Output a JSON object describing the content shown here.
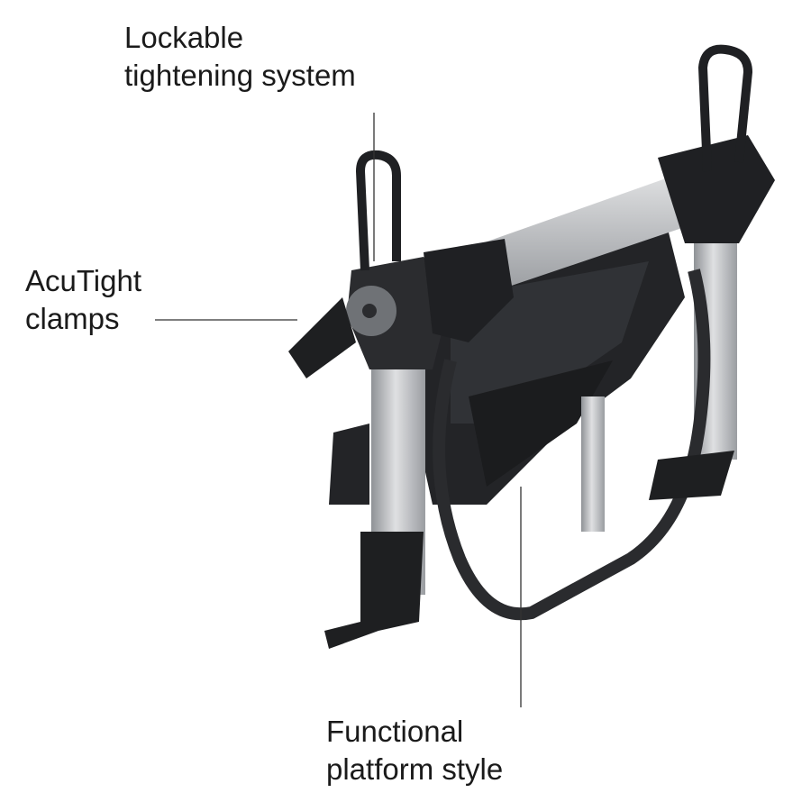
{
  "callouts": {
    "lockable": {
      "line1": "Lockable",
      "line2": "tightening system"
    },
    "acutight": {
      "line1": "AcuTight",
      "line2": "clamps"
    },
    "platform": {
      "line1": "Functional",
      "line2": "platform style"
    }
  },
  "colors": {
    "aluminum": "#c9cbcd",
    "plastic": "#1e1f21",
    "leader": "#333333"
  }
}
